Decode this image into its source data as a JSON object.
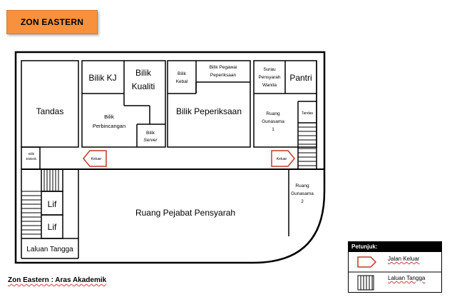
{
  "header": {
    "zone_title": "ZON EASTERN"
  },
  "caption": "Zon Eastern : Aras Akademik",
  "rooms": {
    "tandas_main": "Tandas",
    "bilik_kj": "Bilik KJ",
    "bilik_kualiti_1": "Bilik",
    "bilik_kualiti_2": "Kualiti",
    "bilik_perbincangan_1": "Bilik",
    "bilik_perbincangan_2": "Perbincangan",
    "bilik_server_1": "Bilik",
    "bilik_server_2": "Server",
    "bilik_kebal_1": "Bilik",
    "bilik_kebal_2": "Kebal",
    "bilik_pegawai_1": "Bilik Pegawai",
    "bilik_pegawai_2": "Peperiksaan",
    "bilik_peperiksaan": "Bilik Peperiksaan",
    "surau_1": "Surau",
    "surau_2": "Pensyarah",
    "surau_3": "Wanita",
    "pantri": "Pantri",
    "ruang_gunasama1_1": "Ruang",
    "ruang_gunasama1_2": "Gunasama",
    "ruang_gunasama1_3": "1",
    "tandas_small": "Tandas",
    "bilik_elektrik_1": "Bilik",
    "bilik_elektrik_2": "Elektrik",
    "keluar_left": "Keluar",
    "keluar_right": "Keluar",
    "ruang_gunasama2_1": "Ruang",
    "ruang_gunasama2_2": "Gunasama",
    "ruang_gunasama2_3": "2",
    "lif_1": "Lif",
    "lif_2": "Lif",
    "ruang_pejabat": "Ruang Pejabat Pensyarah",
    "laluan_tangga": "Laluan Tangga"
  },
  "legend": {
    "title": "Petunjuk:",
    "exit_label": "Jalan Keluar",
    "stairs_label": "Laluan Tangga"
  },
  "colors": {
    "badge": "#f7913d",
    "exit_arrow": "#c0392b",
    "wall": "#000000"
  }
}
